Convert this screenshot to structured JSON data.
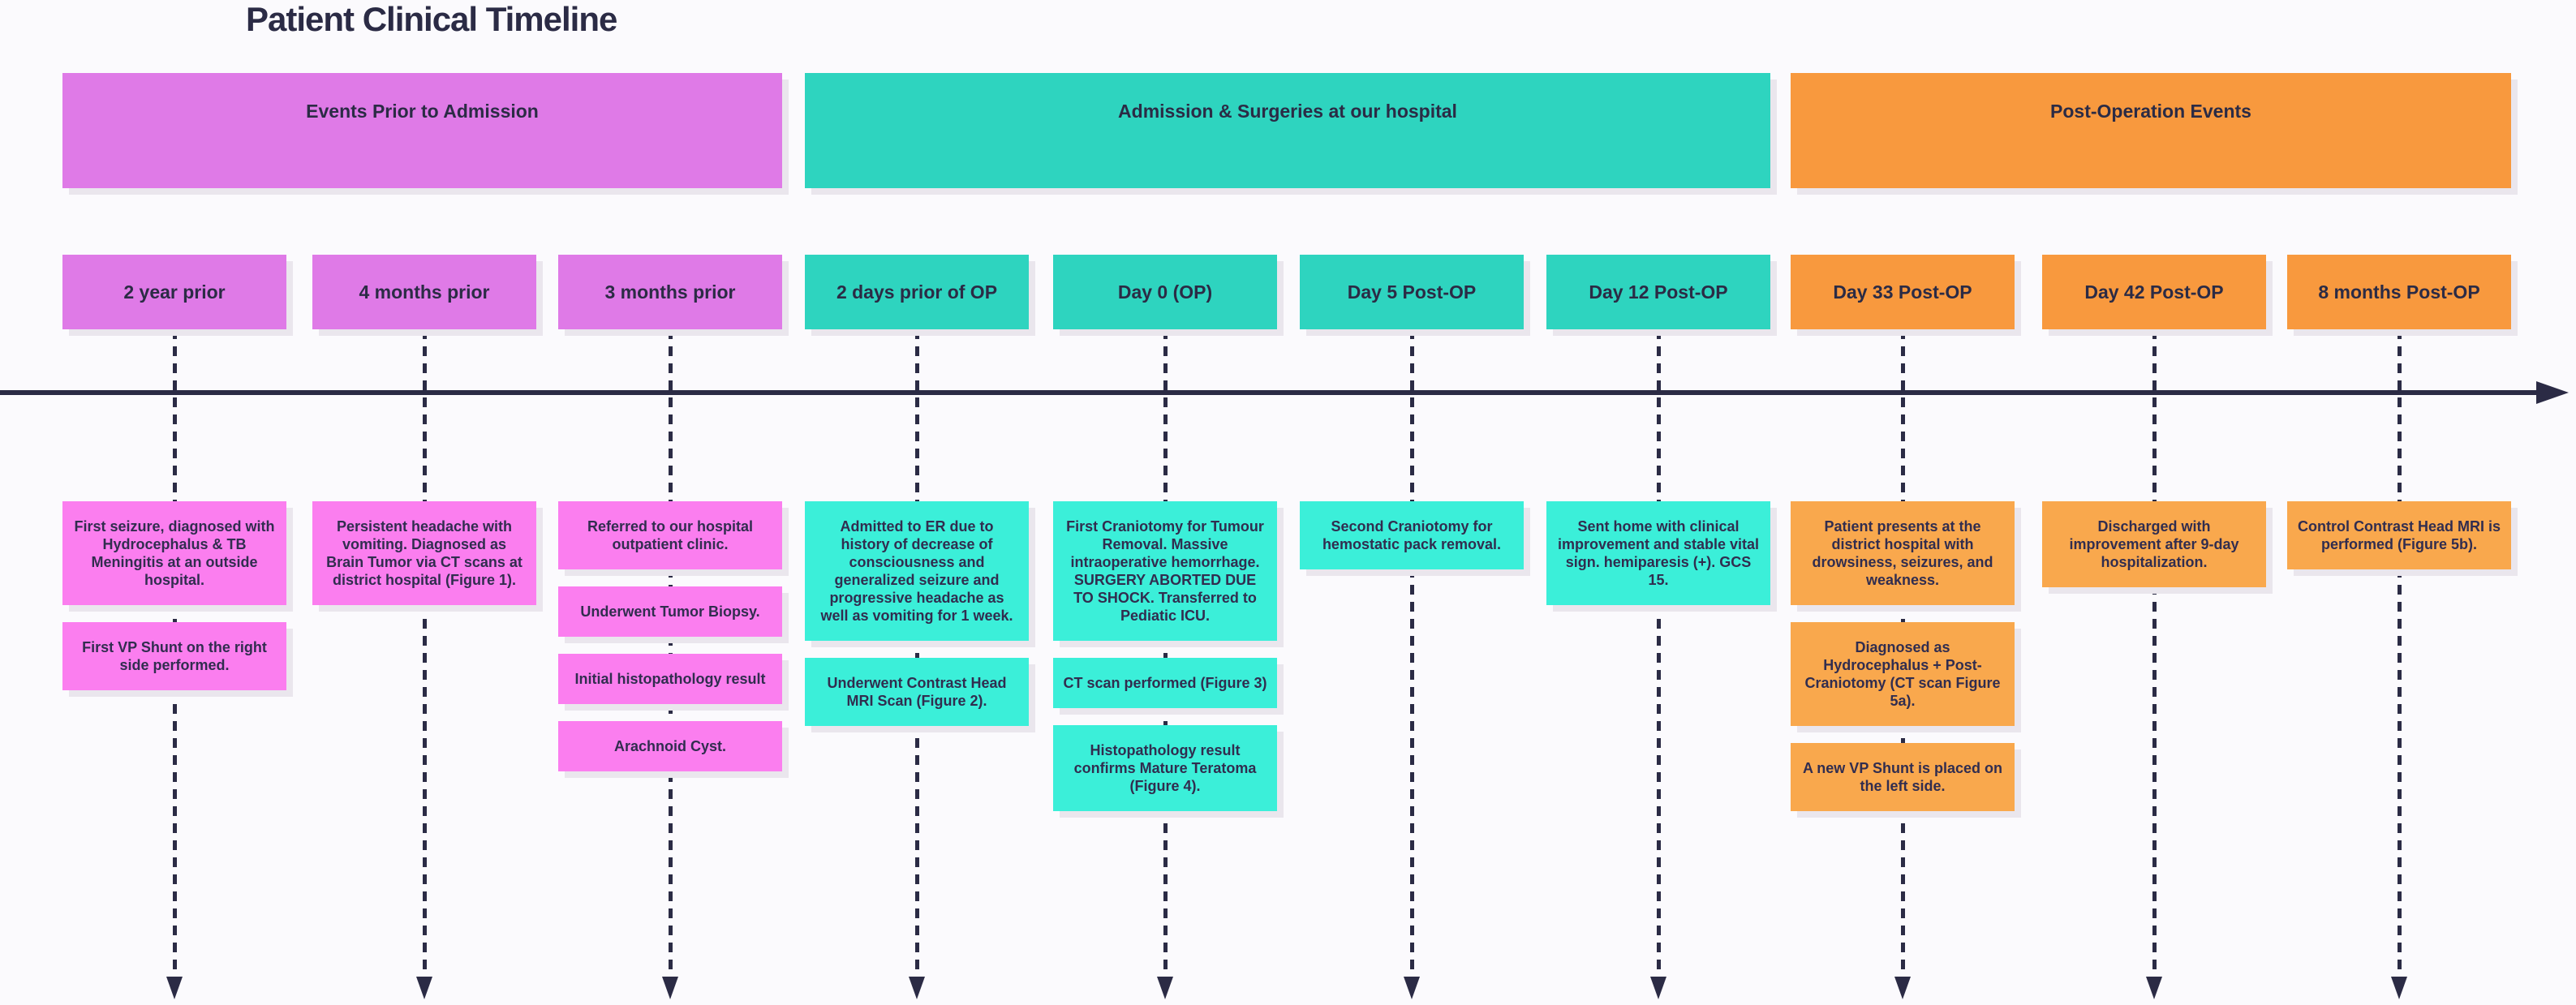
{
  "title": "Patient Clinical Timeline",
  "colors": {
    "background": "#FBFAFD",
    "axis": "#2B2B45",
    "title_color": "#2B2B45",
    "text_dark": "#312D4F"
  },
  "phases": [
    {
      "label": "Events Prior to Admission",
      "header_color": "#DF7AE7",
      "event_color": "#FB7EEF"
    },
    {
      "label": "Admission & Surgeries at our hospital",
      "header_color": "#2ED4BF",
      "event_color": "#3BEFD9"
    },
    {
      "label": "Post-Operation Events",
      "header_color": "#F8993E",
      "event_color": "#F9A84D"
    }
  ],
  "columns": [
    {
      "phase": 0,
      "date": "2 year prior",
      "events": [
        "First seizure, diagnosed with Hydrocephalus & TB Meningitis at an outside hospital.",
        "First VP Shunt on the right side performed."
      ]
    },
    {
      "phase": 0,
      "date": "4 months prior",
      "events": [
        "Persistent headache with vomiting. Diagnosed as Brain Tumor via CT scans at district hospital (Figure 1)."
      ]
    },
    {
      "phase": 0,
      "date": "3 months prior",
      "events": [
        "Referred to our hospital outpatient clinic.",
        "Underwent Tumor Biopsy.",
        "Initial histopathology result",
        "Arachnoid Cyst."
      ]
    },
    {
      "phase": 1,
      "date": "2 days prior of OP",
      "events": [
        "Admitted to ER due to history of decrease of consciousness and generalized seizure and progressive headache as well as vomiting for 1 week.",
        "Underwent Contrast Head MRI Scan (Figure 2)."
      ]
    },
    {
      "phase": 1,
      "date": "Day 0 (OP)",
      "events": [
        "First Craniotomy for Tumour Removal. Massive intraoperative hemorrhage. SURGERY ABORTED DUE TO SHOCK. Transferred to Pediatic ICU.",
        "CT scan performed (Figure 3)",
        "Histopathology result confirms Mature Teratoma (Figure 4)."
      ]
    },
    {
      "phase": 1,
      "date": "Day 5 Post-OP",
      "events": [
        "Second Craniotomy for hemostatic pack removal."
      ]
    },
    {
      "phase": 1,
      "date": "Day 12 Post-OP",
      "events": [
        "Sent home with clinical improvement and stable vital sign. hemiparesis (+). GCS 15."
      ]
    },
    {
      "phase": 2,
      "date": "Day 33 Post-OP",
      "events": [
        "Patient presents at the district hospital with drowsiness, seizures, and weakness.",
        "Diagnosed as Hydrocephalus + Post-Craniotomy (CT scan Figure 5a).",
        "A new VP Shunt is placed on the left side."
      ]
    },
    {
      "phase": 2,
      "date": "Day 42 Post-OP",
      "events": [
        "Discharged with improvement after 9-day hospitalization."
      ]
    },
    {
      "phase": 2,
      "date": "8 months Post-OP",
      "events": [
        "Control Contrast Head MRI is performed (Figure 5b)."
      ]
    }
  ]
}
